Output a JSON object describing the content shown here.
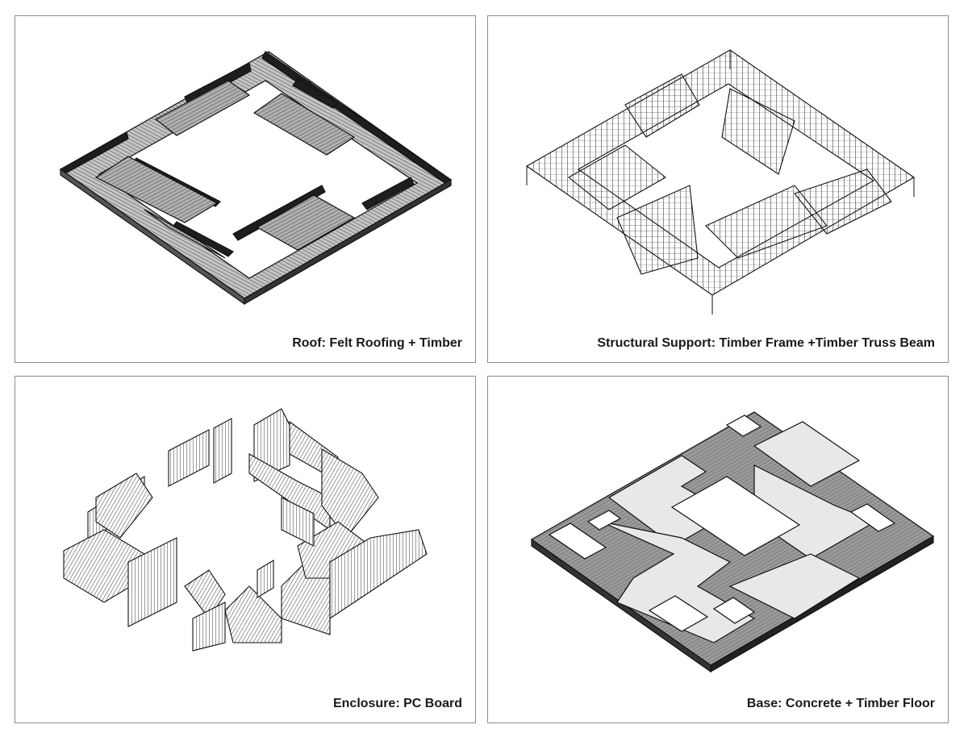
{
  "panels": [
    {
      "id": "roof",
      "caption": "Roof: Felt Roofing + Timber"
    },
    {
      "id": "structure",
      "caption": "Structural Support: Timber Frame +Timber Truss Beam"
    },
    {
      "id": "enclosure",
      "caption": "Enclosure: PC Board"
    },
    {
      "id": "base",
      "caption": "Base: Concrete + Timber Floor"
    }
  ],
  "colors": {
    "panel_border": "#8c8c8c",
    "roof_fill": "#bdbdbd",
    "roof_dark": "#1e1e1e",
    "floor_light": "#e8e8e8",
    "floor_hatch": "#6e6e6e"
  }
}
